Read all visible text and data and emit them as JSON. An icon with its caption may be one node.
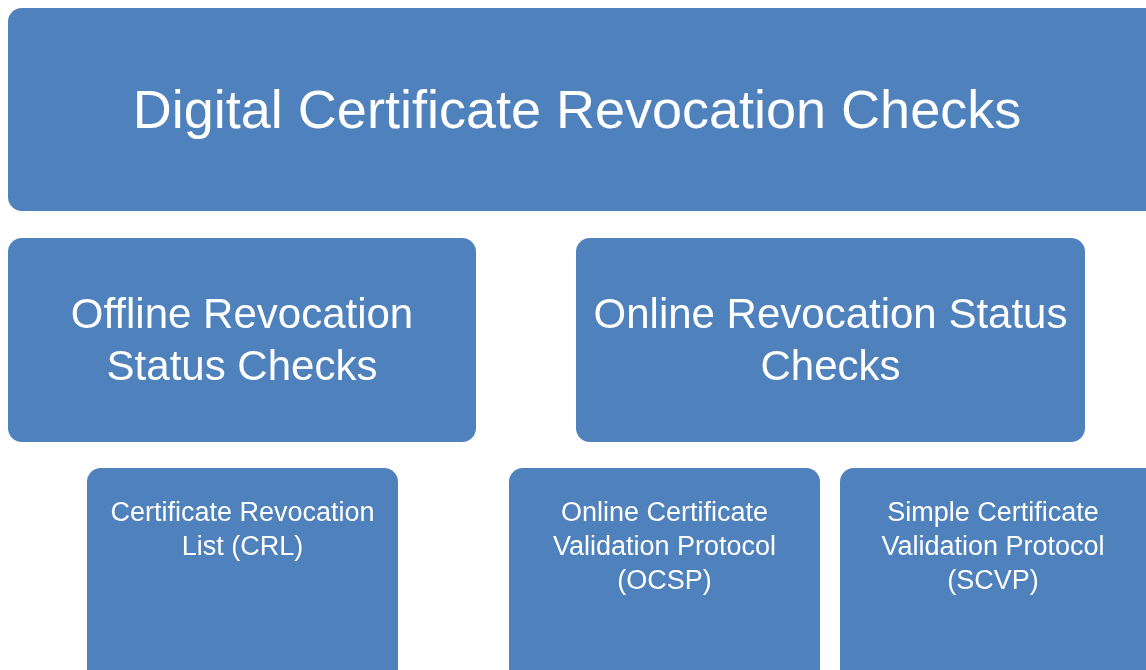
{
  "diagram": {
    "nodes": [
      {
        "text": [
          "Digital Certificate Revocation Checks"
        ]
      },
      {
        "text": [
          "Offline Revocation Status Checks"
        ]
      },
      {
        "text": [
          "Online Revocation Status Checks"
        ]
      },
      {
        "text": [
          "Certificate Revocation List (CRL)"
        ]
      },
      {
        "text": [
          "Online Certificate Validation Protocol (OCSP)"
        ]
      },
      {
        "text": [
          "Simple Certificate Validation Protocol (SCVP)"
        ]
      }
    ]
  }
}
